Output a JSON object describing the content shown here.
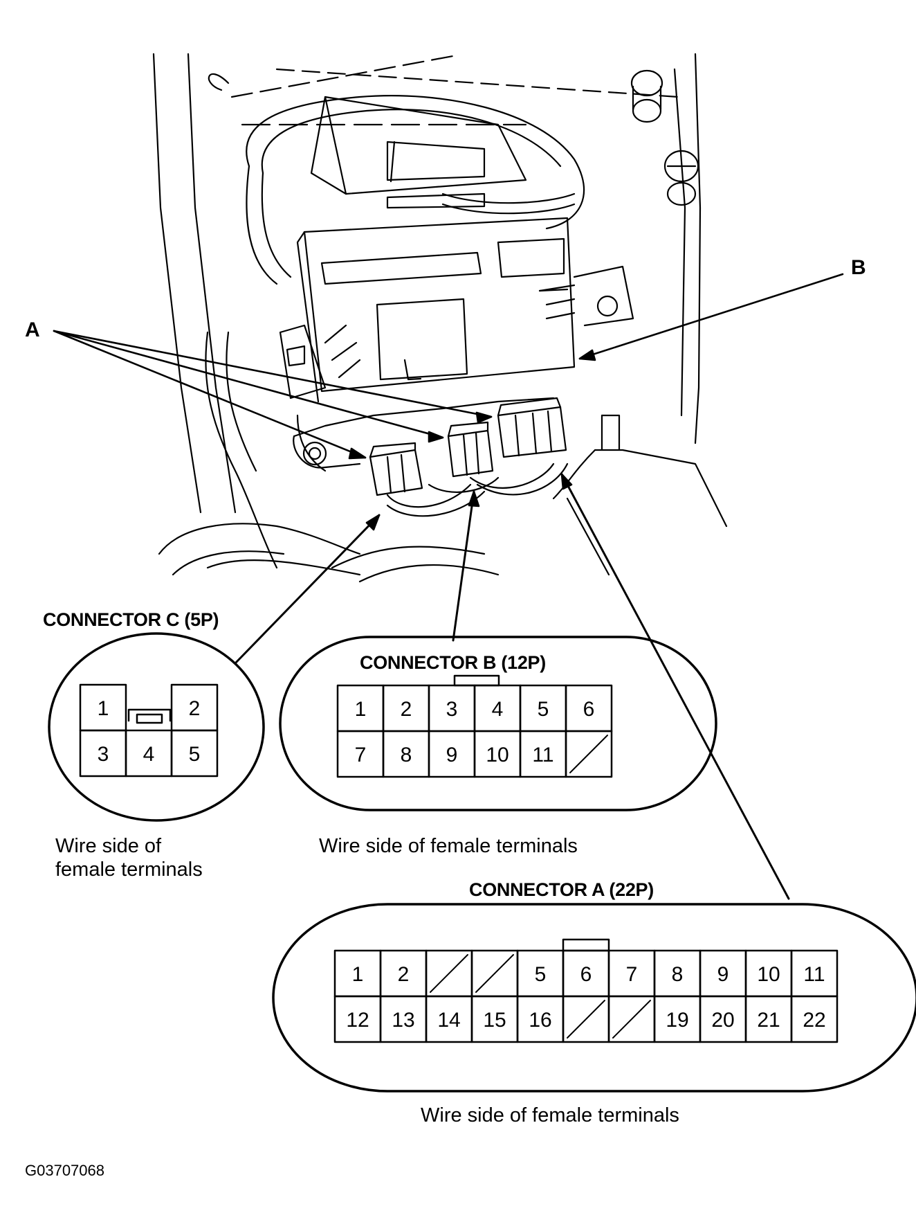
{
  "callouts": {
    "a": "A",
    "b": "B"
  },
  "connector_c": {
    "title": "CONNECTOR C (5P)",
    "caption_line1": "Wire side of",
    "caption_line2": "female terminals",
    "rows": [
      [
        "1",
        "",
        "2"
      ],
      [
        "3",
        "4",
        "5"
      ]
    ]
  },
  "connector_b": {
    "title": "CONNECTOR B (12P)",
    "caption": "Wire side of female terminals",
    "rows": [
      [
        "1",
        "2",
        "3",
        "4",
        "5",
        "6"
      ],
      [
        "7",
        "8",
        "9",
        "10",
        "11",
        ""
      ]
    ]
  },
  "connector_a": {
    "title": "CONNECTOR A (22P)",
    "caption": "Wire side of female terminals",
    "rows": [
      [
        "1",
        "2",
        "",
        "",
        "5",
        "6",
        "7",
        "8",
        "9",
        "10",
        "11"
      ],
      [
        "12",
        "13",
        "14",
        "15",
        "16",
        "",
        "",
        "19",
        "20",
        "21",
        "22"
      ]
    ]
  },
  "figure_code": "G03707068",
  "colors": {
    "line": "#000000",
    "background": "#ffffff"
  }
}
